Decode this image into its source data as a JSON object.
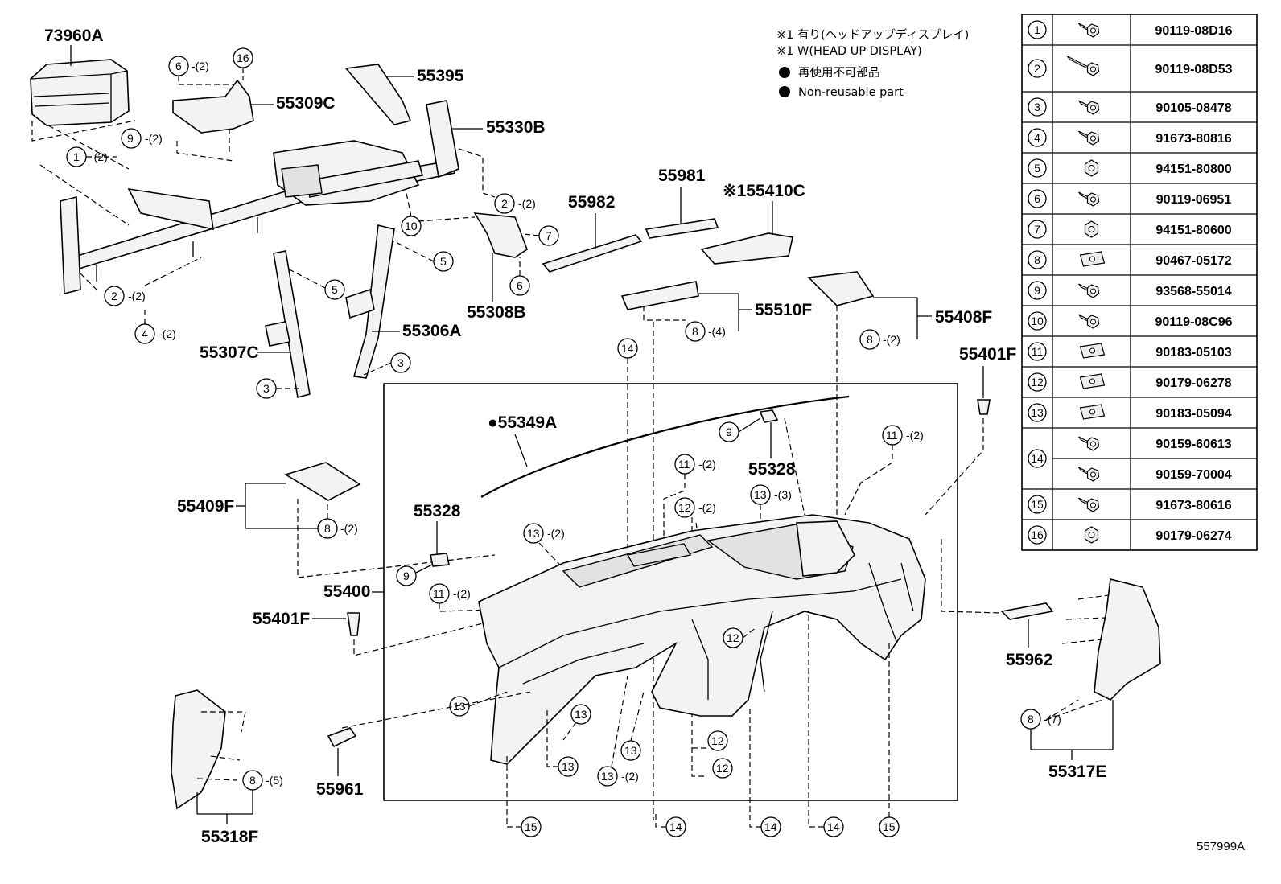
{
  "labels": {
    "p73960A": "73960A",
    "p55395": "55395",
    "p55309C": "55309C",
    "p55330B": "55330B",
    "p55981": "55981",
    "p55982": "55982",
    "p55410C": "※155410C",
    "p55308B": "55308B",
    "p55510F": "55510F",
    "p55408F": "55408F",
    "p55306A": "55306A",
    "p55307C": "55307C",
    "p55401F_right": "55401F",
    "p55349A": "●55349A",
    "p55328_upper": "55328",
    "p55328_lower": "55328",
    "p55409F": "55409F",
    "p55400": "55400",
    "p55401F_left": "55401F",
    "p55962": "55962",
    "p55961": "55961",
    "p55317E": "55317E",
    "p55318F": "55318F",
    "figure_id": "557999A"
  },
  "notes": {
    "line1": "※1 有り(ヘッドアップディスプレイ)",
    "line2": "※1 W(HEAD UP DISPLAY)",
    "line3": "再使用不可部品",
    "line4": "Non-reusable part"
  },
  "callouts": {
    "c1": "1",
    "c2": "2",
    "c3": "3",
    "c4": "4",
    "c5": "5",
    "c6": "6",
    "c7": "7",
    "c8": "8",
    "c9": "9",
    "c10": "10",
    "c11": "11",
    "c12": "12",
    "c13": "13",
    "c14": "14",
    "c15": "15",
    "c16": "16"
  },
  "quantities": {
    "q2": "-(2)",
    "q3": "-(3)",
    "q4": "-(4)",
    "q5": "-(5)",
    "q7": "-(7)"
  },
  "parts_table": [
    {
      "no": "1",
      "part": "90119-08D16"
    },
    {
      "no": "2",
      "part": "90119-08D53"
    },
    {
      "no": "3",
      "part": "90105-08478"
    },
    {
      "no": "4",
      "part": "91673-80816"
    },
    {
      "no": "5",
      "part": "94151-80800"
    },
    {
      "no": "6",
      "part": "90119-06951"
    },
    {
      "no": "7",
      "part": "94151-80600"
    },
    {
      "no": "8",
      "part": "90467-05172"
    },
    {
      "no": "9",
      "part": "93568-55014"
    },
    {
      "no": "10",
      "part": "90119-08C96"
    },
    {
      "no": "11",
      "part": "90183-05103"
    },
    {
      "no": "12",
      "part": "90179-06278"
    },
    {
      "no": "13",
      "part": "90183-05094"
    },
    {
      "no": "14",
      "part": "90159-60613"
    },
    {
      "no": "14b",
      "part": "90159-70004"
    },
    {
      "no": "15",
      "part": "91673-80616"
    },
    {
      "no": "16",
      "part": "90179-06274"
    }
  ]
}
